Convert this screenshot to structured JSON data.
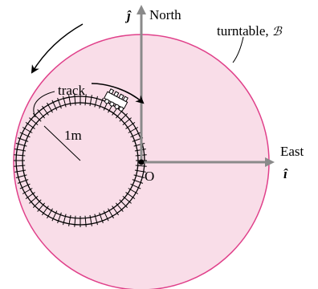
{
  "labels": {
    "north": "North",
    "east": "East",
    "origin": "O",
    "j_hat": "ĵ",
    "i_hat": "î",
    "turntable": "turntable, ",
    "turntable_symbol": "ℬ",
    "track": "track",
    "radius": "1m"
  },
  "colors": {
    "turntable_fill": "#f9dde8",
    "turntable_stroke": "#e0408a",
    "axis": "#8a8a8a",
    "track": "#000000"
  }
}
